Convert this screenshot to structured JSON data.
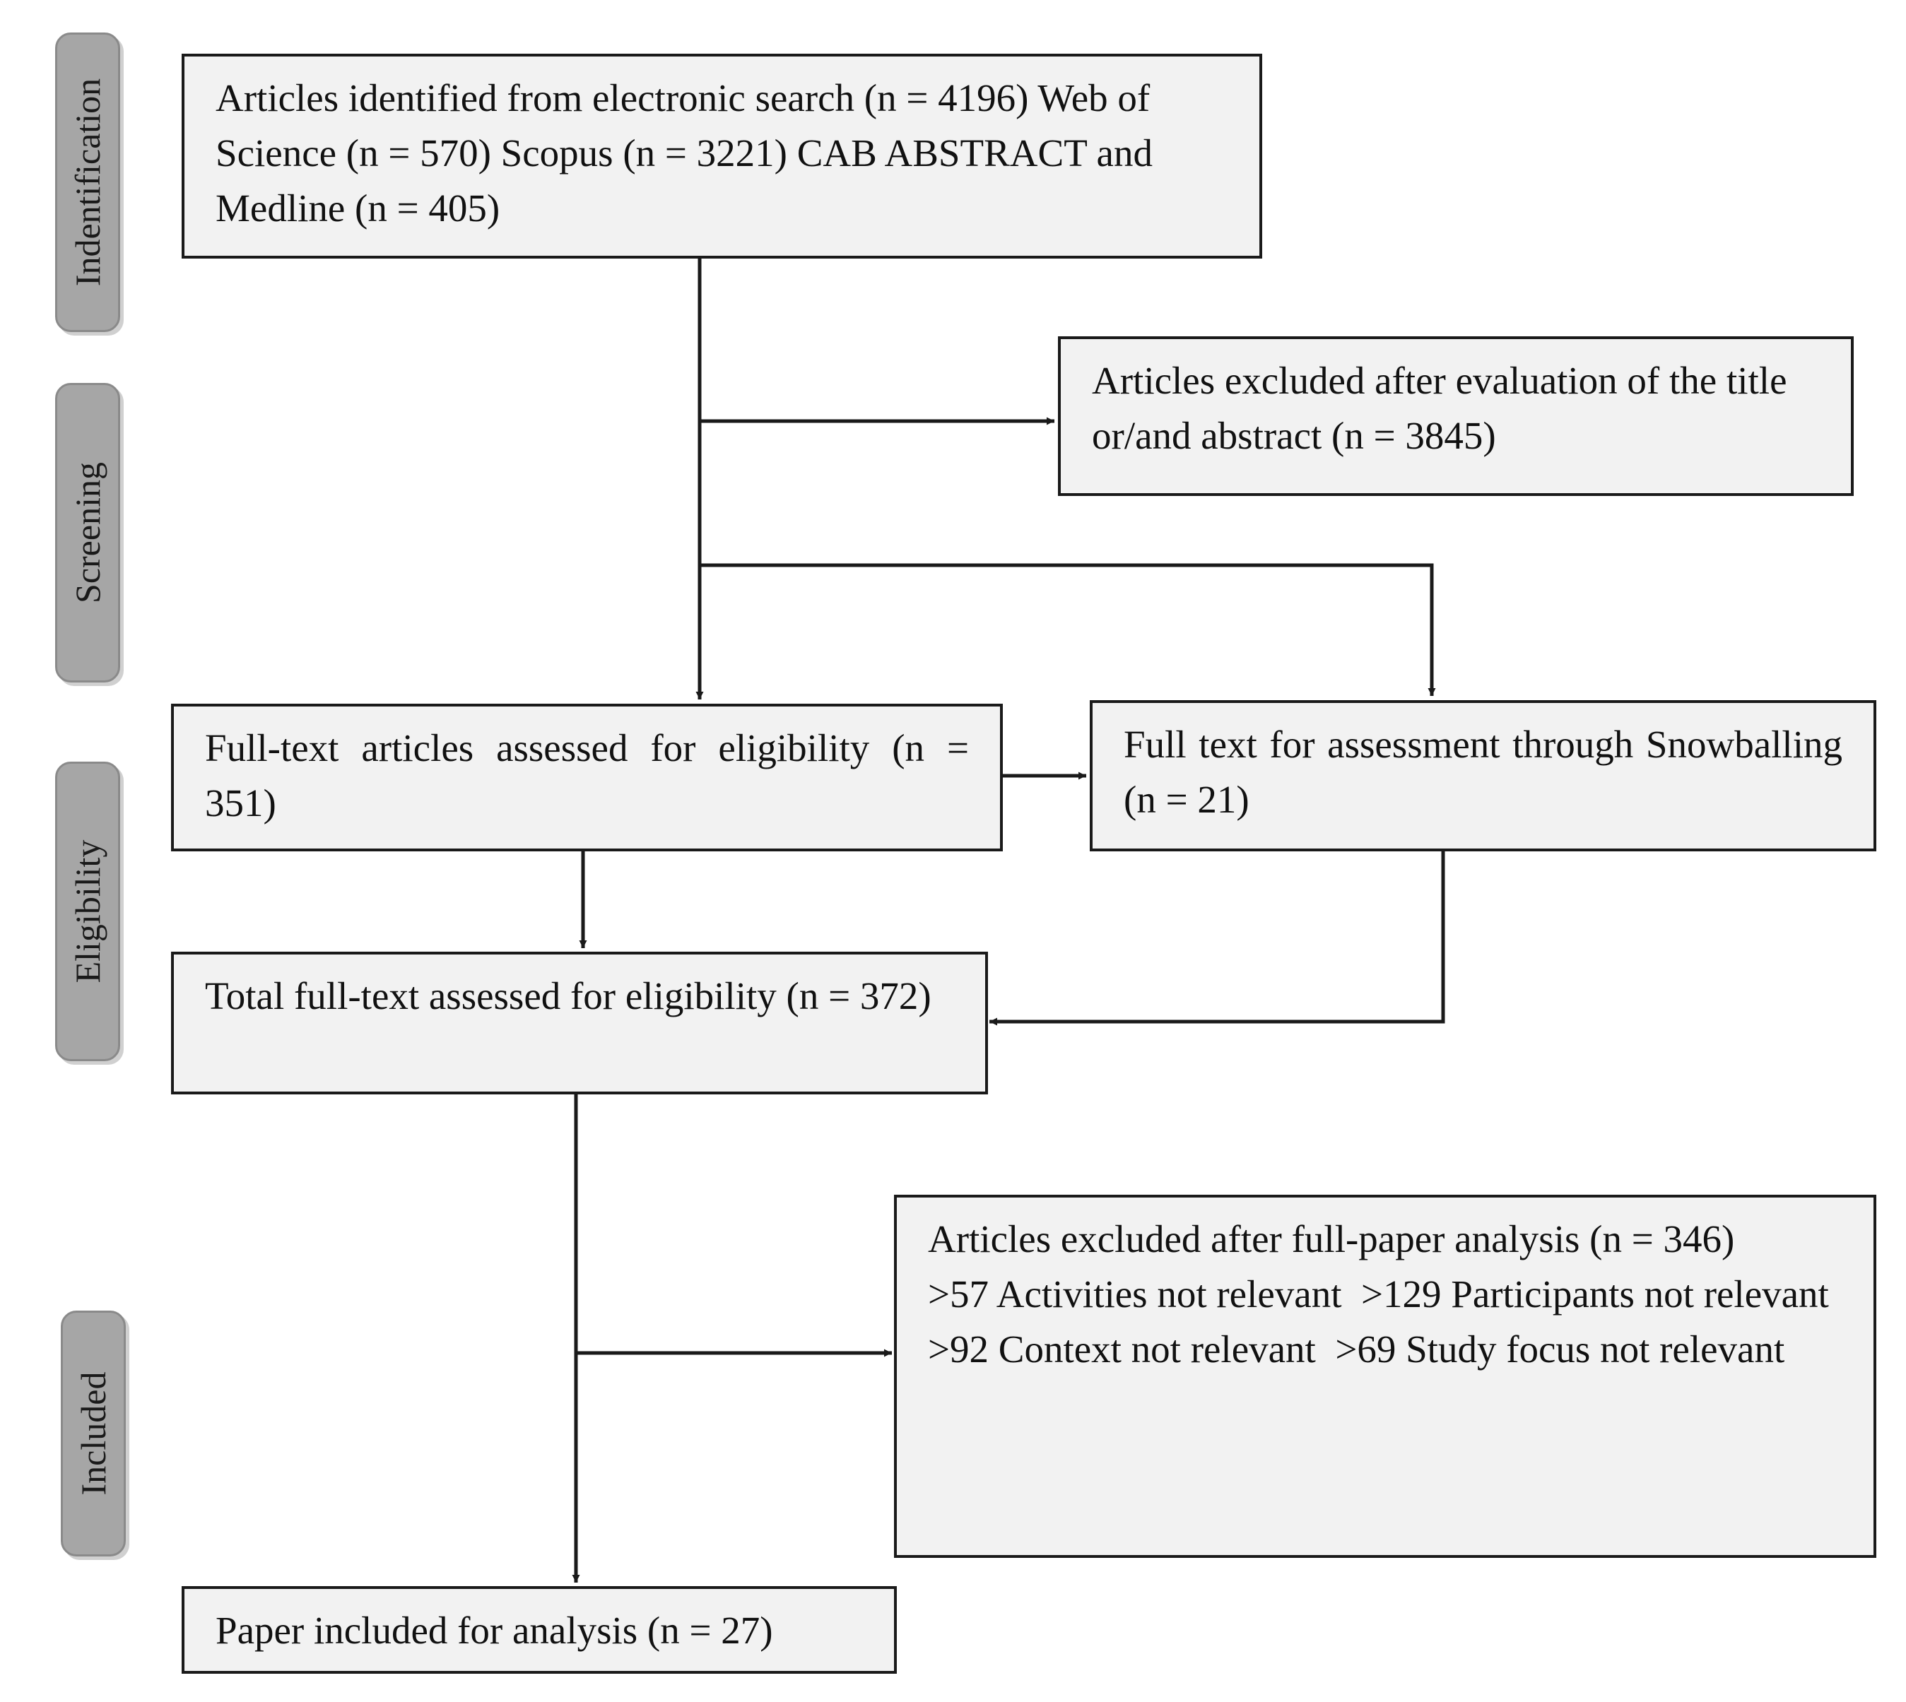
{
  "phases": {
    "identification": "Indentification",
    "screening": "Screening",
    "eligibility": "Eligibility",
    "included": "Included"
  },
  "boxes": {
    "identified": "Articles identified from electronic search (n = 4196) Web of Science (n = 570) Scopus (n = 3221) CAB ABSTRACT and Medline (n = 405)",
    "excluded_title": "Articles excluded after evaluation of the title or/and abstract (n = 3845)",
    "full_text_assessed": "Full-text articles assessed for eligibility (n = 351)",
    "snowballing": "Full text for assessment through Snowballing (n = 21)",
    "total_assessed": "Total full-text assessed for eligibility (n = 372)",
    "excluded_full": {
      "heading": "Articles excluded after full-paper analysis (n = 346)",
      "reasons_1": ">57 Activities not relevant  >129 Participants not relevant",
      "reasons_2": ">92 Context not relevant  >69 Study focus not relevant"
    },
    "included": "Paper included for analysis (n = 27)"
  },
  "colors": {
    "box_fill": "#f2f2f2",
    "phase_fill": "#a6a6a6",
    "line": "#1a1a1a"
  }
}
